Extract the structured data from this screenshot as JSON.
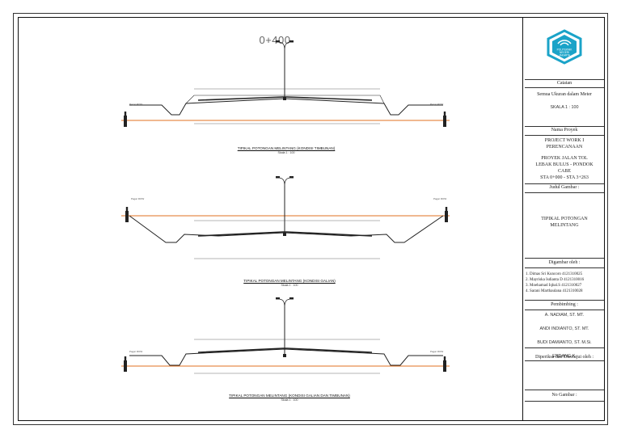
{
  "drawing": {
    "station": "0+400",
    "sections": [
      {
        "caption": "TIPIKAL POTONGAN MELINTANG (KONDISI TIMBUNAN)",
        "scale": "Skala 1 : 100"
      },
      {
        "caption": "TIPIKAL POTONGAN MELINTANG (KONDISI GALIAN)",
        "scale": "Skala 1 : 100"
      },
      {
        "caption": "TIPIKAL POTONGAN MELINTANG (KONDISI GALIAN DAN TIMBUNAN)",
        "scale": "Skala 1 : 100"
      }
    ],
    "labels": {
      "fence": "Pagar ROW"
    }
  },
  "titleblock": {
    "notes_header": "Catatan",
    "units_note": "Semua Ukuran dalam Meter",
    "scale": "SKALA 1 : 100",
    "project_name_header": "Nama Proyek",
    "project_line1": "PROJECT WORK I",
    "project_line2": "PERENCANAAN",
    "project_line3": "PROYEK JALAN TOL",
    "project_line4": "LEBAK BULUS - PONDOK",
    "project_line5": "CABE",
    "project_line6": "STA 0+000 - STA 3+263",
    "drawing_title_header": "Judul Gambar :",
    "drawing_title_line1": "TIPIKAL POTONGAN",
    "drawing_title_line2": "MELINTANG",
    "drawn_by_header": "Digambar oleh :",
    "designers": [
      "1. Dimas Sri Kuncoro  4121310025",
      "2. Mayriska Isdianta D 4121310016",
      "3. Moehamad Iqbal.S   4121310027",
      "4. Sarani Marthaulana   4121310028"
    ],
    "advisor_header": "Pembimbing :",
    "advisors": [
      "A. NADIAM, ST. MT.",
      "ANDI INDIANTO, ST. MT.",
      "BUDI DAMIANTO, ST. M.Si.",
      "ENDANG K."
    ],
    "checked_header": "Diperiksa dan Disetujui oleh :",
    "sheet_no_header": "No Gambar :",
    "logo_text": [
      "POLITEKNIK",
      "NEGERI",
      "JAKARTA"
    ]
  },
  "colors": {
    "ground_line": "#e07020",
    "ink": "#222222",
    "logo": "#1aa3c8"
  }
}
